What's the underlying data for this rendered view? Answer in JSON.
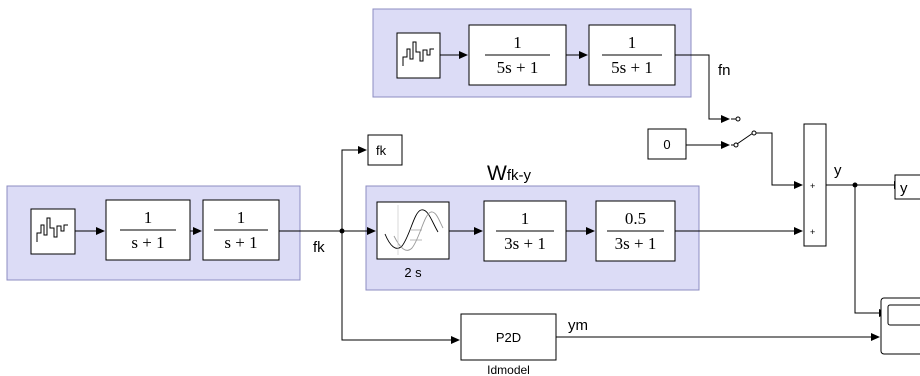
{
  "signals": {
    "fn": "fn",
    "fk_wire": "fk",
    "y": "y",
    "ym": "ym",
    "title_prefix": "W",
    "title_sub": "fk-y"
  },
  "blocks": {
    "tf_n1": {
      "num": "1",
      "den": "5s + 1"
    },
    "tf_n2": {
      "num": "1",
      "den": "5s + 1"
    },
    "tf_k1": {
      "num": "1",
      "den": "s + 1"
    },
    "tf_k2": {
      "num": "1",
      "den": "s + 1"
    },
    "tf_y1": {
      "num": "1",
      "den": "3s + 1"
    },
    "tf_y2": {
      "num": "0.5",
      "den": "3s + 1"
    },
    "constant": "0",
    "goto_fk": "fk",
    "goto_y": "y",
    "delay_label": "2 s",
    "idmodel_block": "P2D",
    "idmodel_label": "Idmodel",
    "sum_signs": [
      "+",
      "+"
    ]
  }
}
